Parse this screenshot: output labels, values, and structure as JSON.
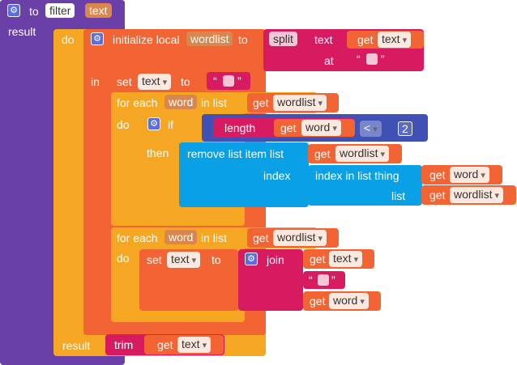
{
  "proc": {
    "to_label": "to",
    "name": "filter",
    "param": "text",
    "result_label": "result"
  },
  "do_label": "do",
  "init": {
    "label": "initialize local",
    "var": "wordlist",
    "to_label": "to",
    "in_label": "in"
  },
  "split": {
    "label": "split",
    "mode": "text",
    "at_label": "at"
  },
  "get_label": "get",
  "set_label": "set",
  "to_label": "to",
  "vars": {
    "text": "text",
    "word": "word",
    "wordlist": "wordlist"
  },
  "string_quotes": {
    "open": "“",
    "close": "”"
  },
  "foreach1": {
    "label": "for each",
    "var": "word",
    "in_list_label": "in list",
    "do_label": "do"
  },
  "if_block": {
    "if_label": "if",
    "then_label": "then"
  },
  "length": {
    "label": "length"
  },
  "compare": {
    "op": "<",
    "value": "2"
  },
  "remove": {
    "label": "remove list item  list",
    "index_label": "index"
  },
  "index_in_list": {
    "label": "index in list  thing",
    "list_label": "list"
  },
  "foreach2": {
    "label": "for each",
    "var": "word",
    "in_list_label": "in list",
    "do_label": "do"
  },
  "join": {
    "label": "join"
  },
  "trim": {
    "label": "trim"
  },
  "colors": {
    "procedure": "#6a3fa8",
    "control": "#f5a623",
    "variable": "#f26434",
    "text": "#d81b60",
    "list": "#0aa0e6",
    "math": "#3f51b5"
  }
}
